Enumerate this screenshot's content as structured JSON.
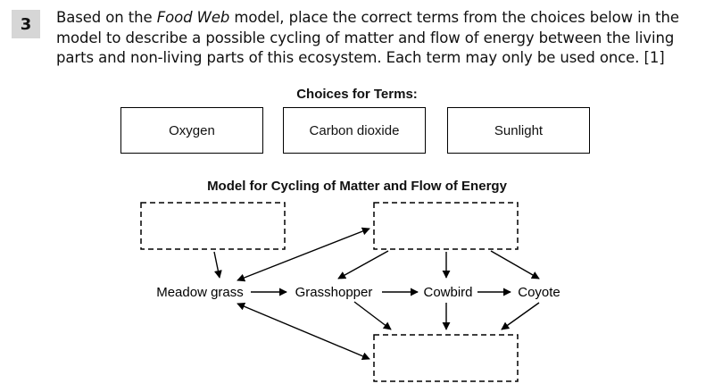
{
  "question": {
    "number": "3",
    "stem_before": "Based on the ",
    "stem_italic": "Food Web",
    "stem_after": " model, place the correct terms from the choices below in the model to describe a possible cycling of matter and flow of energy between the living parts and non-living parts of this ecosystem. Each term may only be used once.  [1]"
  },
  "choices": {
    "heading": "Choices for Terms:",
    "items": [
      "Oxygen",
      "Carbon dioxide",
      "Sunlight"
    ]
  },
  "model": {
    "heading": "Model for Cycling of Matter and Flow of Energy",
    "organisms": [
      "Meadow grass",
      "Grasshopper",
      "Cowbird",
      "Coyote"
    ]
  }
}
